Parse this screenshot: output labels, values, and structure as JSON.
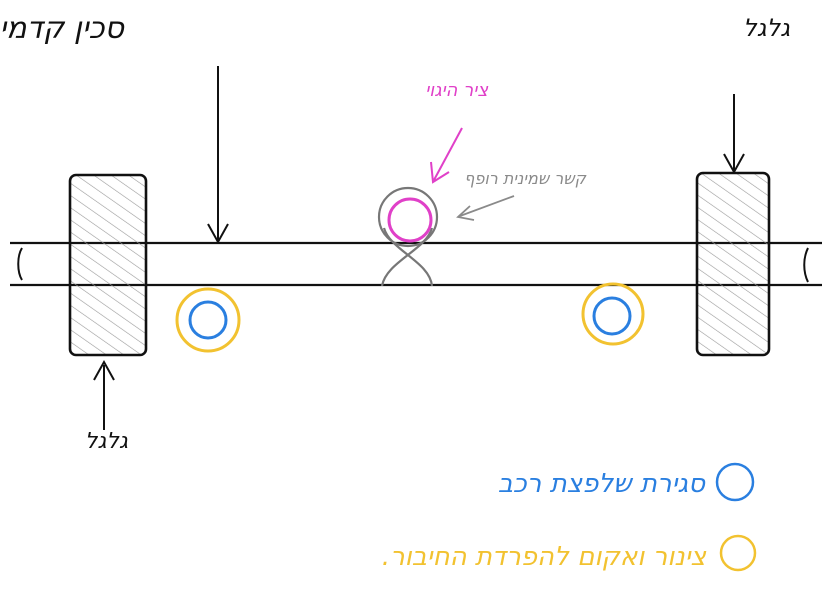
{
  "labels": {
    "front_axle": "סכין קדמי",
    "wheel_top_right": "גלגל",
    "wheel_bottom_left": "גלגל",
    "pivot_axis": "ציר היגוי",
    "figure_eight_knot": "קשר שמינית רופף"
  },
  "legend": {
    "blue_item": "סגירת שלפצת רכב",
    "yellow_item": "צינור ואקום להפרדת החיבור."
  },
  "colors": {
    "ink": "#111111",
    "pink": "#e040c8",
    "blue": "#2a7fe0",
    "yellow": "#f2c230",
    "gray": "#8a8a8a"
  }
}
